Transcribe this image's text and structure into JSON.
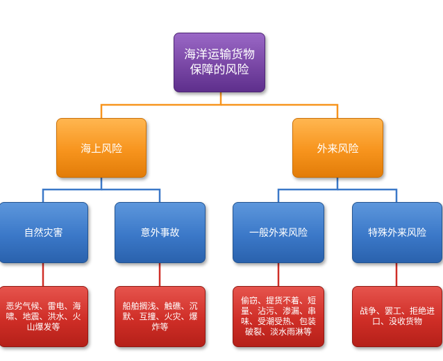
{
  "colors": {
    "root": "#7c4aa8",
    "level1": "#f7941d",
    "level2": "#3b78c8",
    "level3": "#cf2e27",
    "line_top": "#f7941d",
    "line_mid": "#3b78c8",
    "line_bottom": "#cf2e27"
  },
  "diagram": {
    "root": {
      "text": "海洋运输货物保障的风险"
    },
    "level1": [
      {
        "text": "海上风险"
      },
      {
        "text": "外来风险"
      }
    ],
    "level2": [
      {
        "text": "自然灾害"
      },
      {
        "text": "意外事故"
      },
      {
        "text": "一般外来风险"
      },
      {
        "text": "特殊外来风险"
      }
    ],
    "level3": [
      {
        "text": "恶劣气候、雷电、海啸、地震、洪水、火山爆发等"
      },
      {
        "text": "船舶搁浅、触礁、沉默、互撞、火灾、爆炸等"
      },
      {
        "text": "偷窃、提货不着、短量、沾污、渗漏、串味、受潮受热、包装破裂、淡水雨淋等"
      },
      {
        "text": "战争、罢工、拒绝进口、没收货物"
      }
    ]
  }
}
